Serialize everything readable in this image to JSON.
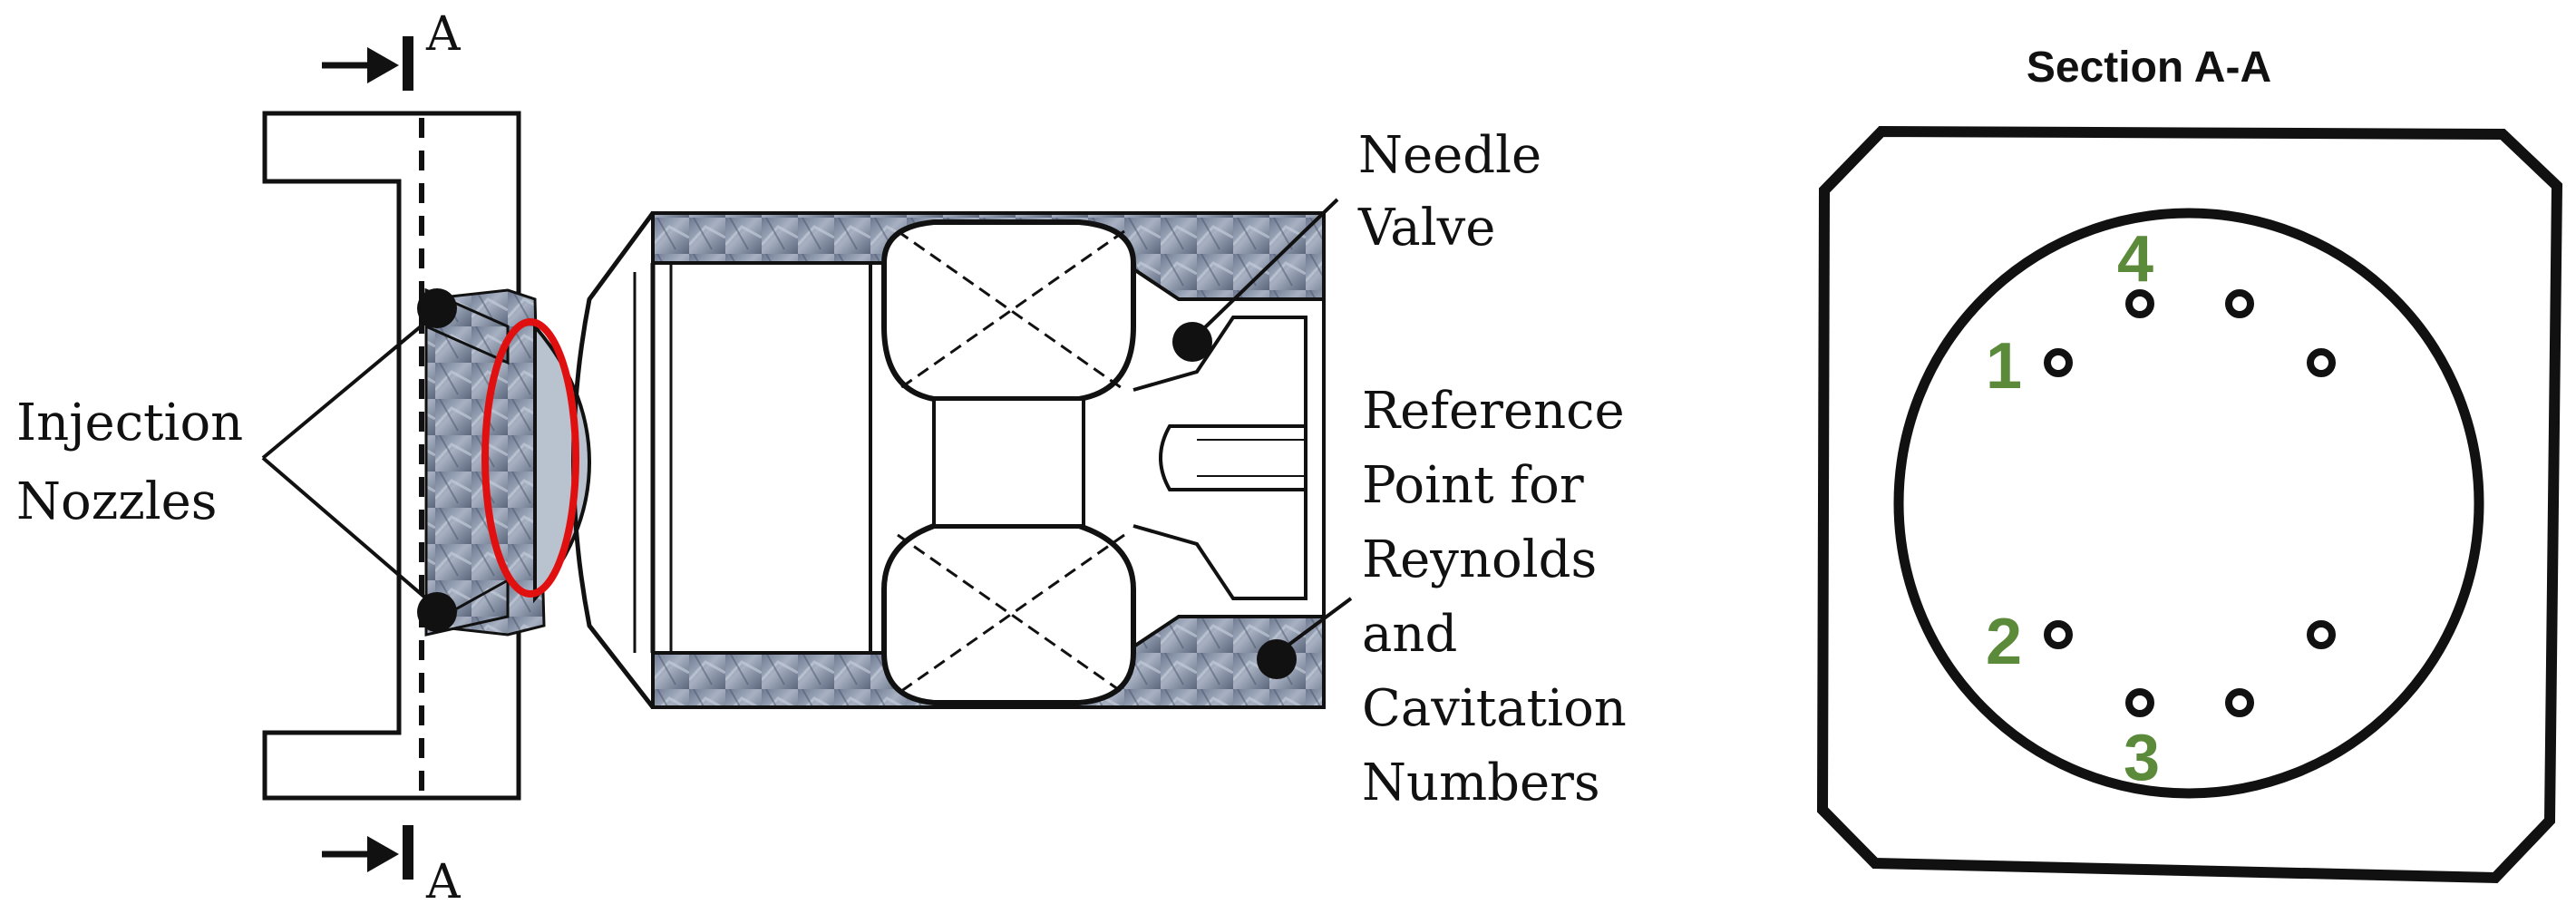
{
  "labels": {
    "section_marker_top": "A",
    "section_marker_bottom": "A",
    "injection_nozzles_line1": "Injection",
    "injection_nozzles_line2": "Nozzles",
    "needle_valve_line1": "Needle",
    "needle_valve_line2": "Valve",
    "reference_line1": "Reference",
    "reference_line2": "Point for",
    "reference_line3": "Reynolds",
    "reference_line4": "and",
    "reference_line5": "Cavitation",
    "reference_line6": "Numbers",
    "section_title": "Section A-A"
  },
  "nozzle_numbers": {
    "n1": "1",
    "n2": "2",
    "n3": "3",
    "n4": "4"
  },
  "colors": {
    "metal": "#8a95a8",
    "metal_dark": "#5f6b80",
    "highlight_ellipse": "#e01010",
    "nozzle_number": "#5b8a3a",
    "line": "#111111"
  }
}
